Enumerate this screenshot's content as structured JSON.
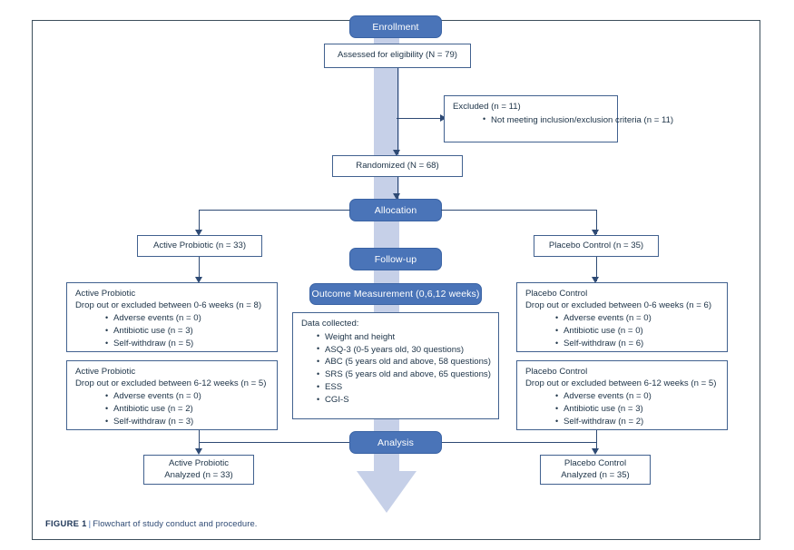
{
  "figure": {
    "label": "FIGURE 1",
    "separator": "|",
    "caption": "Flowchart of study conduct and procedure."
  },
  "colors": {
    "banner_fill": "#4a74b8",
    "banner_text": "#ffffff",
    "box_border": "#41618f",
    "connector": "#2e4a74",
    "big_arrow": "#c6d0e8",
    "frame_border": "#3d4f5c",
    "caption_accent": "#1d3557"
  },
  "banners": {
    "enrollment": "Enrollment",
    "allocation": "Allocation",
    "followup": "Follow-up",
    "outcome_measurement": "Outcome Measurement (0,6,12 weeks)",
    "analysis": "Analysis"
  },
  "nodes": {
    "assessed": "Assessed for eligibility (N = 79)",
    "randomized": "Randomized (N = 68)",
    "excluded": {
      "header": "Excluded (n = 11)",
      "items": [
        "Not meeting inclusion/exclusion criteria (n = 11)"
      ]
    },
    "active_allocation": "Active Probiotic (n = 33)",
    "placebo_allocation": "Placebo Control (n = 35)",
    "active_dropout_0_6": {
      "line1": "Active Probiotic",
      "line2": "Drop out or excluded between 0-6 weeks (n = 8)",
      "items": [
        "Adverse events (n = 0)",
        "Antibiotic use (n = 3)",
        "Self-withdraw (n = 5)"
      ]
    },
    "active_dropout_6_12": {
      "line1": "Active Probiotic",
      "line2": "Drop out or excluded between 6-12 weeks (n = 5)",
      "items": [
        "Adverse events (n = 0)",
        "Antibiotic use (n = 2)",
        "Self-withdraw (n = 3)"
      ]
    },
    "placebo_dropout_0_6": {
      "line1": "Placebo Control",
      "line2": "Drop out or excluded between 0-6 weeks (n = 6)",
      "items": [
        "Adverse events (n = 0)",
        "Antibiotic use (n = 0)",
        "Self-withdraw (n = 6)"
      ]
    },
    "placebo_dropout_6_12": {
      "line1": "Placebo Control",
      "line2": "Drop out or excluded between 6-12 weeks (n = 5)",
      "items": [
        "Adverse events (n = 0)",
        "Antibiotic use (n = 3)",
        "Self-withdraw (n = 2)"
      ]
    },
    "data_collected": {
      "header": "Data collected:",
      "items": [
        "Weight and height",
        "ASQ-3 (0-5 years old, 30 questions)",
        "ABC (5 years old and above, 58 questions)",
        "SRS (5 years old and above, 65 questions)",
        "ESS",
        "CGI-S"
      ]
    },
    "active_analyzed": {
      "line1": "Active Probiotic",
      "line2": "Analyzed (n = 33)"
    },
    "placebo_analyzed": {
      "line1": "Placebo Control",
      "line2": "Analyzed (n = 35)"
    }
  }
}
